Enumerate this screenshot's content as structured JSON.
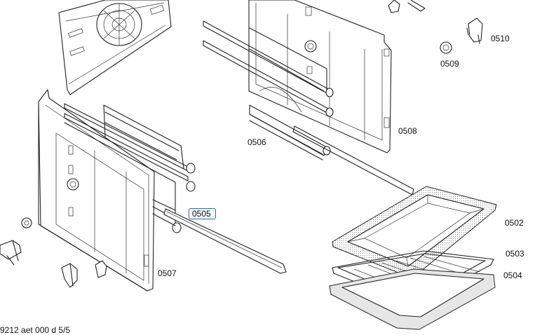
{
  "diagram": {
    "footer_code": "9212 aet 000 d 5/5",
    "parts": [
      {
        "id": "0502",
        "label": "0502"
      },
      {
        "id": "0503",
        "label": "0503"
      },
      {
        "id": "0504",
        "label": "0504"
      },
      {
        "id": "0505",
        "label": "0505",
        "selected": true
      },
      {
        "id": "0506",
        "label": "0506"
      },
      {
        "id": "0507",
        "label": "0507"
      },
      {
        "id": "0508",
        "label": "0508"
      },
      {
        "id": "0509",
        "label": "0509"
      },
      {
        "id": "0510",
        "label": "0510"
      }
    ]
  }
}
